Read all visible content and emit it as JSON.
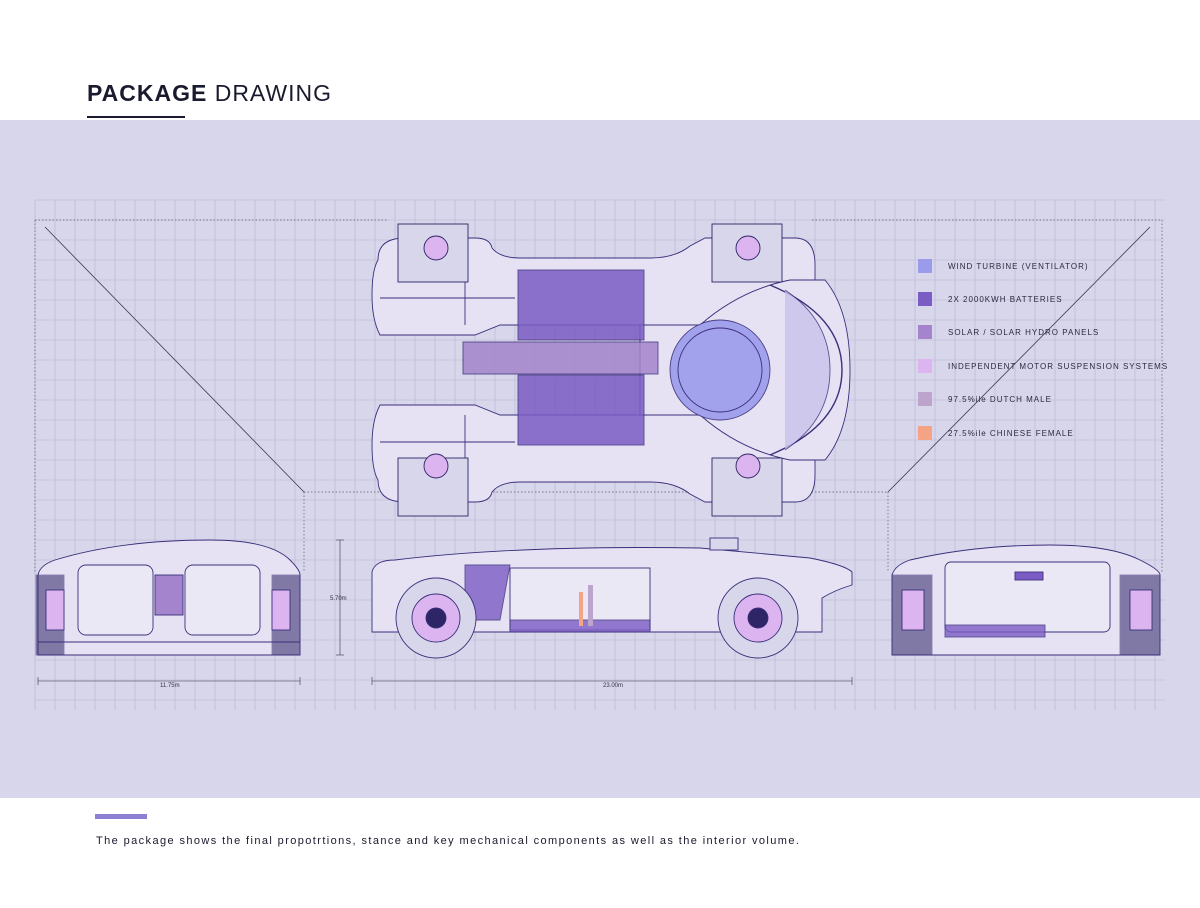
{
  "header": {
    "title_bold": "PACKAGE",
    "title_light": "DRAWING"
  },
  "legend": [
    {
      "label": "WIND TURBINE (VENTILATOR)",
      "color": "#9b9bec"
    },
    {
      "label": "2X 2000KWH BATTERIES",
      "color": "#7b5cc4"
    },
    {
      "label": "SOLAR / SOLAR HYDRO PANELS",
      "color": "#a484cc"
    },
    {
      "label": "INDEPENDENT MOTOR SUSPENSION SYSTEMS",
      "color": "#dcb4f0"
    },
    {
      "label": "97.5%ile DUTCH MALE",
      "color": "#bca4cc"
    },
    {
      "label": "27.5%ile CHINESE FEMALE",
      "color": "#f4a484"
    }
  ],
  "dimensions": {
    "front_width": "11.75m",
    "height": "5.70m",
    "length": "23.00m"
  },
  "caption": "The package shows the final propotrtions, stance and key mechanical components as well as the interior volume.",
  "colors": {
    "panel": "#d8d6ea",
    "line": "#3a2f7a",
    "accent": "#8c80d4"
  }
}
